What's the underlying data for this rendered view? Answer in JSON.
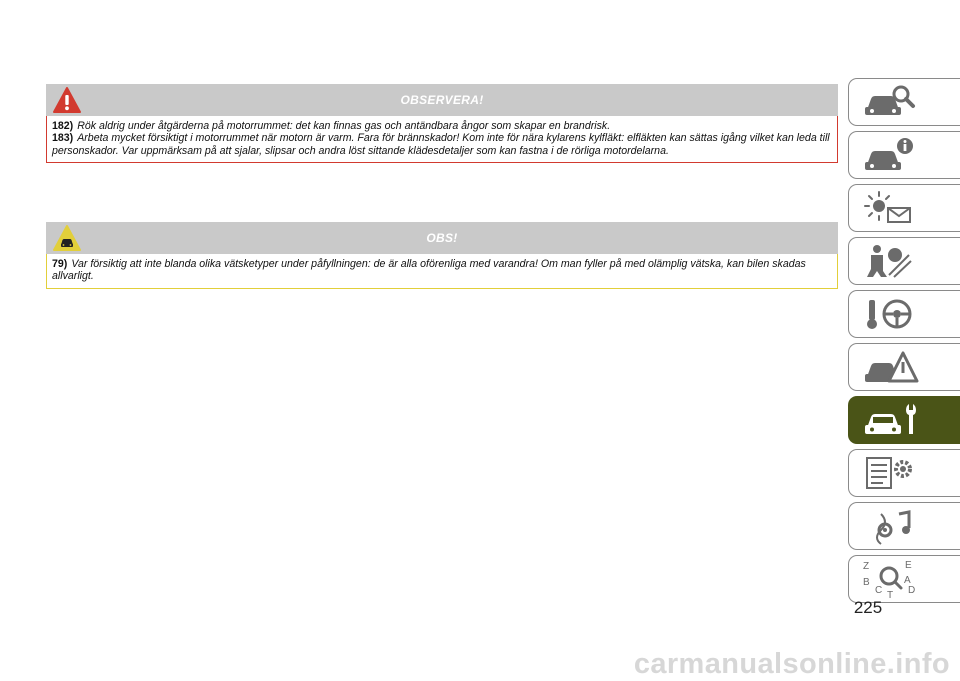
{
  "warning": {
    "title": "OBSERVERA!",
    "items": [
      {
        "num": "182)",
        "text": "Rök aldrig under åtgärderna på motorrummet: det kan finnas gas och antändbara ångor som skapar en brandrisk."
      },
      {
        "num": "183)",
        "text": "Arbeta mycket försiktigt i motorrummet när motorn är varm. Fara för brännskador! Kom inte för nära kylarens kylfläkt: elfläkten kan sättas igång vilket kan leda till personskador. Var uppmärksam på att sjalar, slipsar och andra löst sittande klädesdetaljer som kan fastna i de rörliga motordelarna."
      }
    ],
    "accent": "#d23a2f"
  },
  "note": {
    "title": "OBS!",
    "items": [
      {
        "num": "79)",
        "text": "Var försiktig att inte blanda olika vätsketyper under påfyllningen: de är alla oförenliga med varandra! Om man fyller på med olämplig vätska, kan bilen skadas allvarligt."
      }
    ],
    "accent": "#e2cf3a"
  },
  "side_nav": {
    "tabs": [
      {
        "icon": "car-search-icon",
        "active": false
      },
      {
        "icon": "car-info-icon",
        "active": false
      },
      {
        "icon": "light-message-icon",
        "active": false
      },
      {
        "icon": "airbag-safety-icon",
        "active": false
      },
      {
        "icon": "key-steering-icon",
        "active": false
      },
      {
        "icon": "car-warning-icon",
        "active": false
      },
      {
        "icon": "car-wrench-icon",
        "active": true
      },
      {
        "icon": "specs-gear-icon",
        "active": false
      },
      {
        "icon": "multimedia-icon",
        "active": false
      },
      {
        "icon": "index-search-icon",
        "active": false
      }
    ],
    "active_color": "#4a5417",
    "index_letters": {
      "z": "Z",
      "e": "E",
      "b": "B",
      "a": "A",
      "c": "C",
      "t": "T",
      "d": "D"
    }
  },
  "page_number": "225",
  "watermark": "carmanualsonline.info"
}
